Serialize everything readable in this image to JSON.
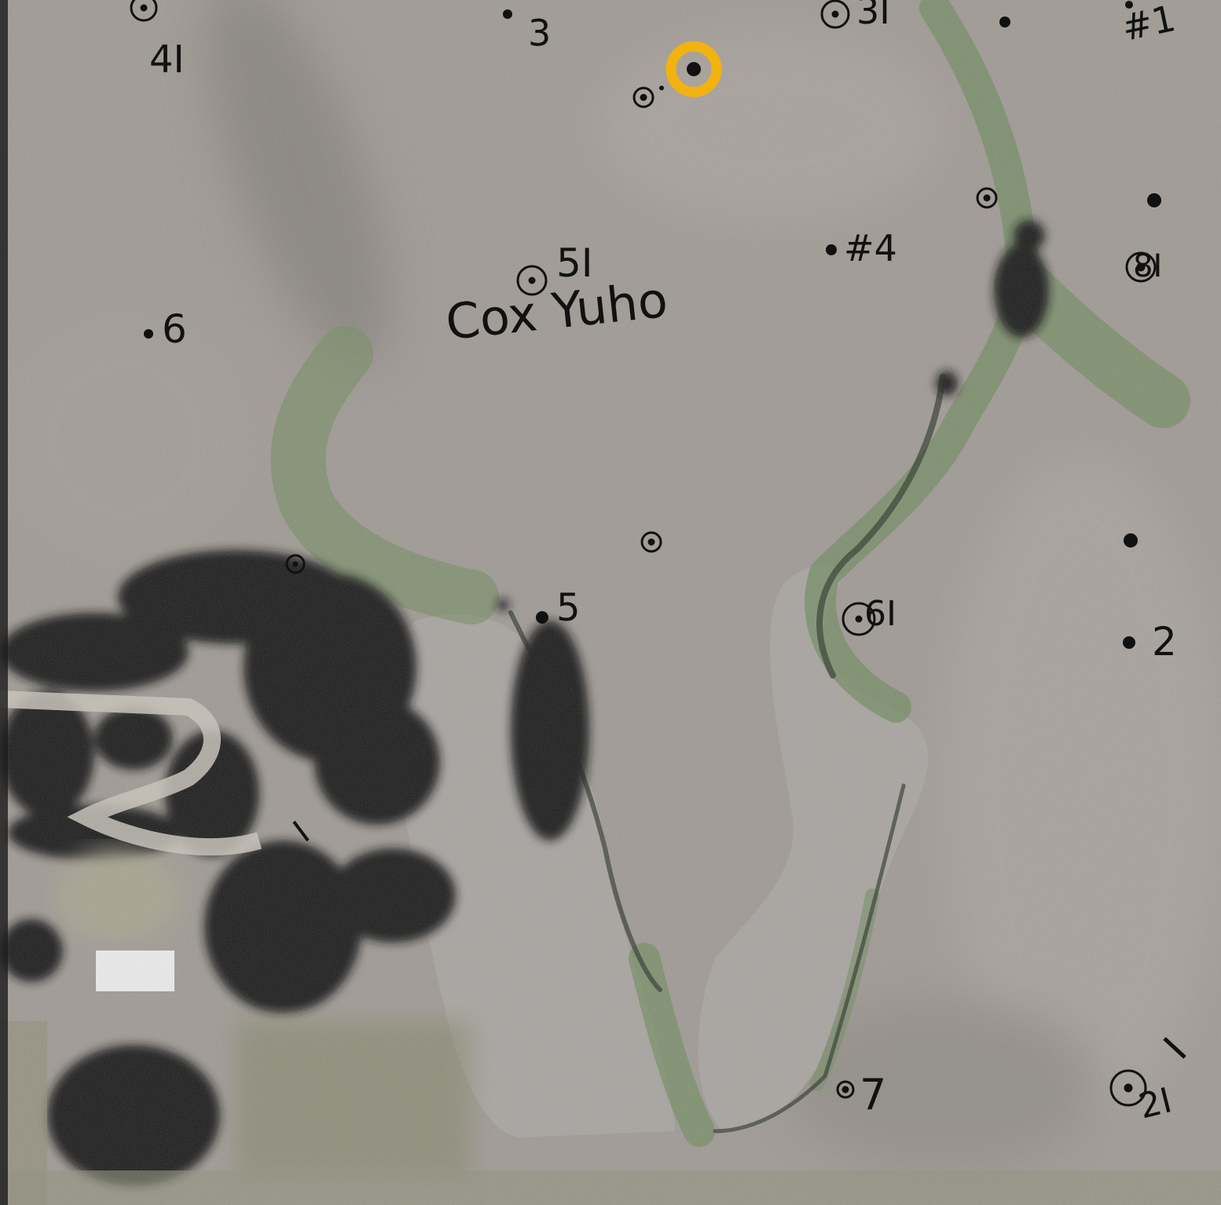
{
  "map": {
    "colors": {
      "field": "#9e9892",
      "field_dark": "#847f79",
      "field_light": "#b3ada6",
      "water": "#a7a39f",
      "grass": "#6f8a5d",
      "trees": "#111511",
      "ink": "#111111",
      "highlight_ring": "#f2b20f",
      "building": "#ececec",
      "driveway": "#c9c4bb"
    },
    "labels": {
      "field_name": "Cox Yuho",
      "site_41": "4I",
      "site_3": "3",
      "site_31": "3I",
      "site_1": "#1",
      "site_51": "5I",
      "site_4": "#4",
      "site_81": "8I",
      "site_6": "6",
      "site_5": "5",
      "site_61": "6I",
      "site_2": "2",
      "site_7": "7",
      "site_21": "2I"
    },
    "markers": {
      "highlighted": "yellow-ring-marker",
      "circled_point": "circled-dot",
      "plain_point": "dot"
    }
  }
}
